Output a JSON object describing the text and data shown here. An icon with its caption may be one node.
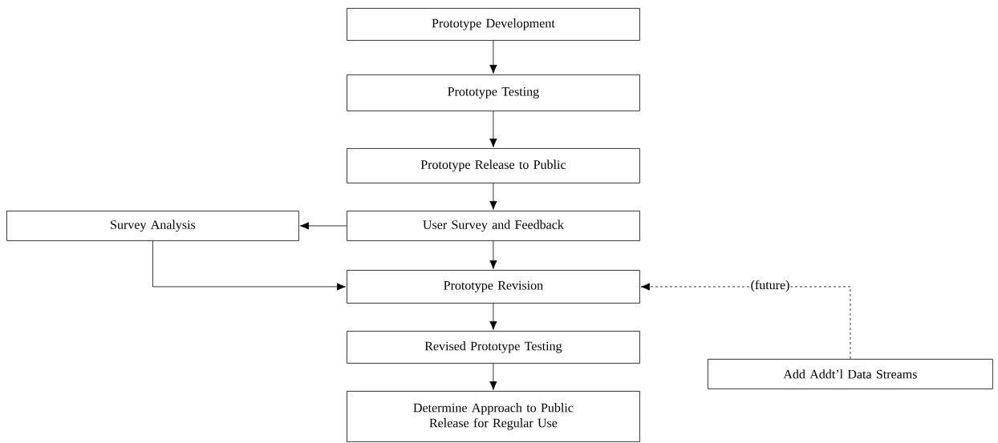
{
  "diagram": {
    "nodes": [
      {
        "text": [
          "Prototype Development"
        ]
      },
      {
        "text": [
          "Prototype Testing"
        ]
      },
      {
        "text": [
          "Prototype Release to Public"
        ]
      },
      {
        "text": [
          "User Survey and Feedback"
        ]
      },
      {
        "text": [
          "Survey Analysis"
        ]
      },
      {
        "text": [
          "Prototype Revision"
        ]
      },
      {
        "text": [
          "Revised Prototype Testing"
        ]
      },
      {
        "text": [
          "Determine Approach to Public Release for Regular Use"
        ]
      },
      {
        "text": [
          "Add Addt’l Data Streams"
        ]
      }
    ],
    "edges": [
      {
        "from": 0,
        "to": 1,
        "arrow": "to"
      },
      {
        "from": 1,
        "to": 2,
        "arrow": "to"
      },
      {
        "from": 2,
        "to": 3,
        "arrow": "to"
      },
      {
        "from": 3,
        "to": 4,
        "arrow": "to"
      },
      {
        "from": 3,
        "to": 5,
        "arrow": "to"
      },
      {
        "from": 4,
        "to": 5,
        "arrow": "to"
      },
      {
        "from": 5,
        "to": 6,
        "arrow": "to"
      },
      {
        "from": 6,
        "to": 7,
        "arrow": "to"
      },
      {
        "from": 8,
        "to": 5,
        "arrow": "to",
        "label": "(future)",
        "style": "dashed"
      }
    ]
  }
}
